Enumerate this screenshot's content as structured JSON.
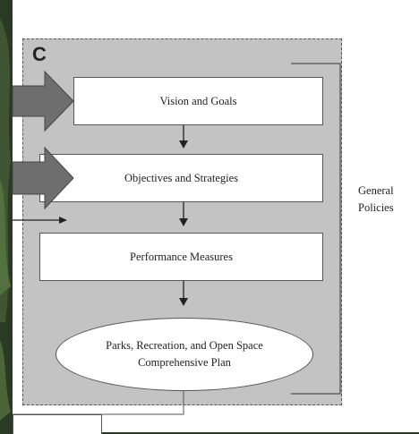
{
  "panel": {
    "label": "C"
  },
  "boxes": [
    {
      "label": "Vision and Goals"
    },
    {
      "label": "Objectives and Strategies"
    },
    {
      "label": "Performance Measures"
    }
  ],
  "ellipse": {
    "line1": "Parks, Recreation, and Open Space",
    "line2": "Comprehensive Plan"
  },
  "bracket_label": {
    "line1": "General",
    "line2": "Policies"
  },
  "colors": {
    "panel_fill": "#c3c3c3",
    "arrow_fill": "#6e6e6e",
    "background": "#2a3a24"
  }
}
